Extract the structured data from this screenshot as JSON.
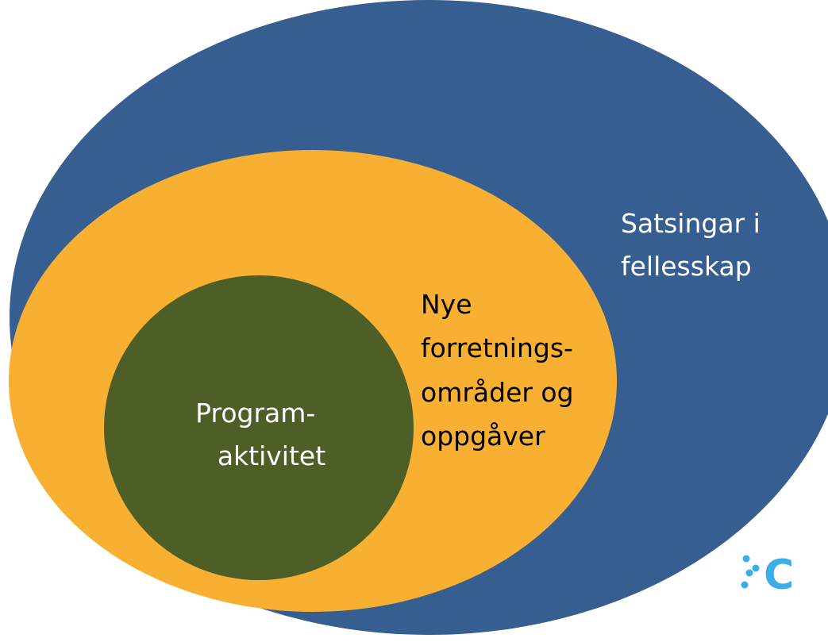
{
  "colors": {
    "outer": "#375e90",
    "middle": "#f7b032",
    "inner": "#4d5f27",
    "outer_text": "#ffffff",
    "middle_text": "#000000",
    "inner_text": "#ffffff",
    "logo": "#3aaee6"
  },
  "outer": {
    "label_lines": [
      "Satsingar i",
      "fellesskap"
    ]
  },
  "middle": {
    "label_lines": [
      "Nye",
      "forretnings-",
      "områder og",
      "oppgåver"
    ]
  },
  "inner": {
    "label_lines": [
      "Program-",
      "aktivitet"
    ]
  },
  "logo": {
    "text": "C",
    "icon": "dots-logo-icon"
  }
}
